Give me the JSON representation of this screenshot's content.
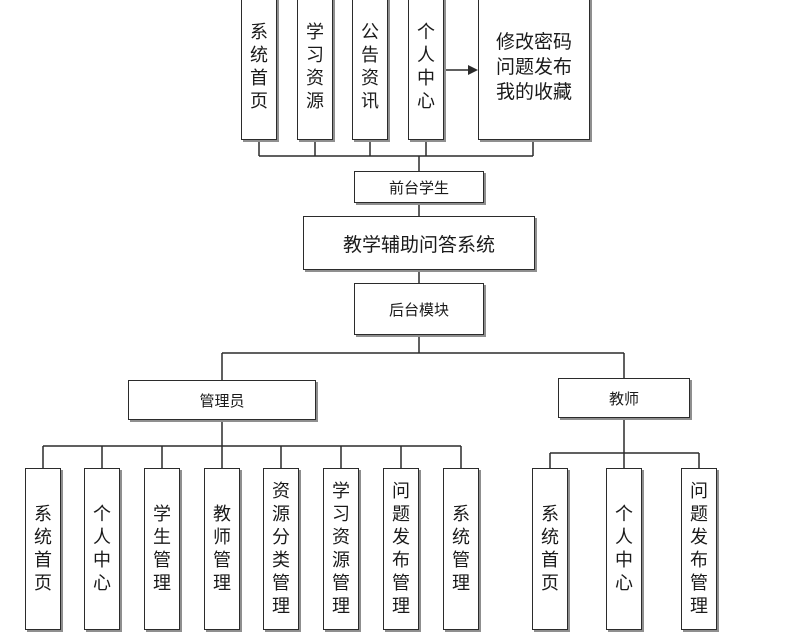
{
  "top_modules": [
    {
      "label": "系统首页"
    },
    {
      "label": "学习资源"
    },
    {
      "label": "公告资讯"
    },
    {
      "label": "个人中心"
    }
  ],
  "personal_center_items": [
    "修改密码",
    "问题发布",
    "我的收藏"
  ],
  "frontend": {
    "label": "前台学生"
  },
  "system": {
    "label": "教学辅助问答系统"
  },
  "backend": {
    "label": "后台模块"
  },
  "admin": {
    "label": "管理员",
    "children": [
      {
        "label": "系统首页"
      },
      {
        "label": "个人中心"
      },
      {
        "label": "学生管理"
      },
      {
        "label": "教师管理"
      },
      {
        "label": "资源分类管理"
      },
      {
        "label": "学习资源管理"
      },
      {
        "label": "问题发布管理"
      },
      {
        "label": "系统管理"
      }
    ]
  },
  "teacher": {
    "label": "教师",
    "children": [
      {
        "label": "系统首页"
      },
      {
        "label": "个人中心"
      },
      {
        "label": "问题发布管理"
      }
    ]
  }
}
